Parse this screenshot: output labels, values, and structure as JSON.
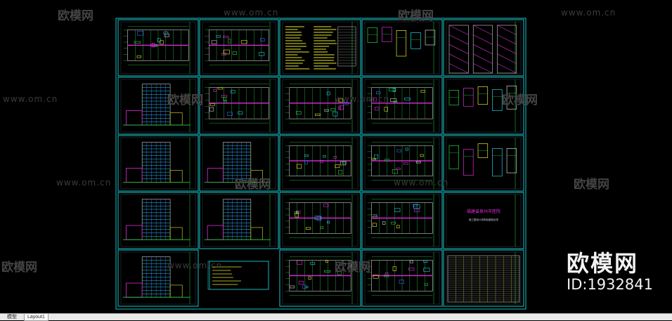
{
  "watermark": {
    "site_text": "www.om.cn",
    "brand_text": "欧模网",
    "id_text": "ID:1932841"
  },
  "tabs": [
    {
      "label": "模型"
    },
    {
      "label": "Layout1"
    }
  ],
  "sheet_texts": {
    "cover_title": "福建省泉州市医院",
    "cover_subtitle": "施工图设计说明及图纸目录"
  },
  "colors": {
    "background": "#000000",
    "frame": "#19c3c8",
    "line_green": "#27d040",
    "line_magenta": "#e02ad9",
    "line_yellow": "#e6e628",
    "line_cyan": "#20d0e0",
    "line_blue": "#3a6cff",
    "line_white": "#cfcfcf"
  }
}
